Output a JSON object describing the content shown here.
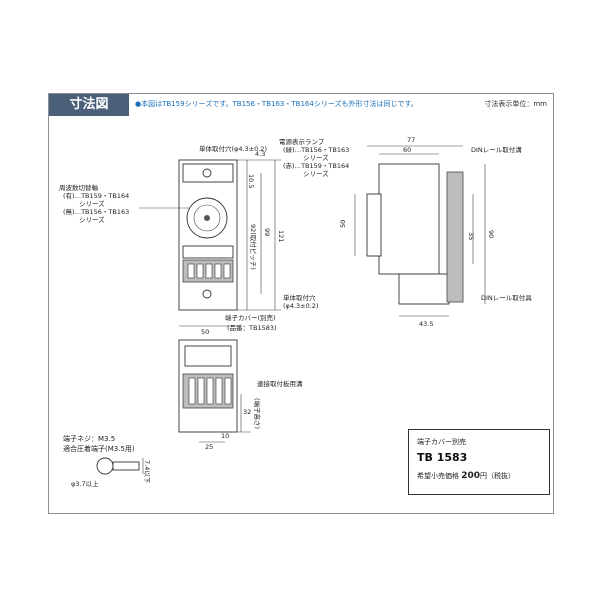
{
  "section_title": "寸法図",
  "note": "●本図はTB159シリーズです。TB156・TB163・TB164シリーズも外形寸法は同じです。",
  "unit_label": "寸法表示単位：mm",
  "front_labels": {
    "mount_hole": "単体取付穴(φ4.3±0.2)",
    "lamp_title": "電源表示ランプ",
    "lamp_green": "(緑)…TB156・TB163",
    "lamp_green_series": "シリーズ",
    "lamp_red": "(赤)…TB159・TB164",
    "lamp_red_series": "シリーズ",
    "freq_title": "周波数切替軸",
    "freq_yes": "(有)…TB159・TB164",
    "freq_yes_series": "シリーズ",
    "freq_no": "(無)…TB156・TB163",
    "freq_no_series": "シリーズ",
    "pitch": "92(取付ピッチ)",
    "mount_hole2": "単体取付穴",
    "mount_hole2_dim": "(φ4.3±0.2)",
    "cover": "端子カバー(別売)",
    "cover_part": "(品番：TB1583)",
    "screw_slot": "連接取付板用溝",
    "terminal_height": "(端子高さ)"
  },
  "front_dims": {
    "d4_3": "4.3",
    "d10_5": "10.5",
    "d99": "99",
    "d121": "121",
    "d50": "50",
    "d32": "32",
    "d10": "10",
    "d25": "25"
  },
  "side_labels": {
    "din_slot": "DINレール取付溝",
    "din_hook": "DINレール取付具"
  },
  "side_dims": {
    "d77": "77",
    "d60": "60",
    "d50": "50",
    "d35": "35",
    "d90": "90",
    "d43_5": "43.5"
  },
  "terminal": {
    "screw": "端子ネジ：M3.5",
    "crimp": "適合圧着端子(M3.5用)",
    "dia": "φ3.7以上",
    "width": "7.4以下"
  },
  "cover_box": {
    "title": "端子カバー別売",
    "model": "TB 1583",
    "price_label": "希望小売価格",
    "price": "200",
    "price_unit": "円（税抜）"
  }
}
